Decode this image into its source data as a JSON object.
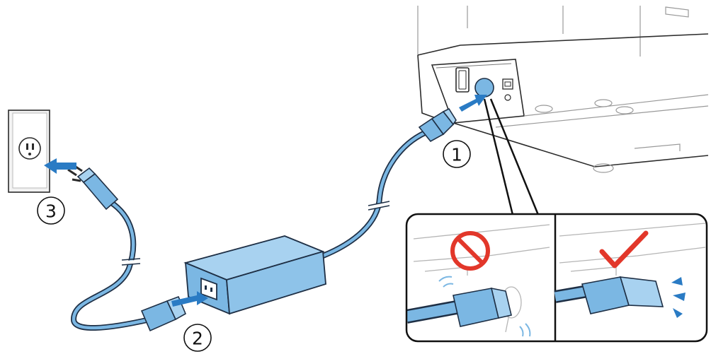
{
  "diagram": {
    "steps": [
      {
        "id": "1",
        "label": "1"
      },
      {
        "id": "2",
        "label": "2"
      },
      {
        "id": "3",
        "label": "3"
      }
    ]
  },
  "colors": {
    "cable_fill": "#7bb7e3",
    "cable_stroke": "#1e2f45",
    "arrow": "#2a7bc4",
    "prohibited": "#e2372a",
    "correct_check": "#e2372a",
    "line_art": "#2b2b2b",
    "light_gray_line": "#b5b5b5"
  },
  "icons": [
    "prohibited-icon",
    "checkmark-icon",
    "wall-outlet-icon",
    "arrow-icon"
  ]
}
